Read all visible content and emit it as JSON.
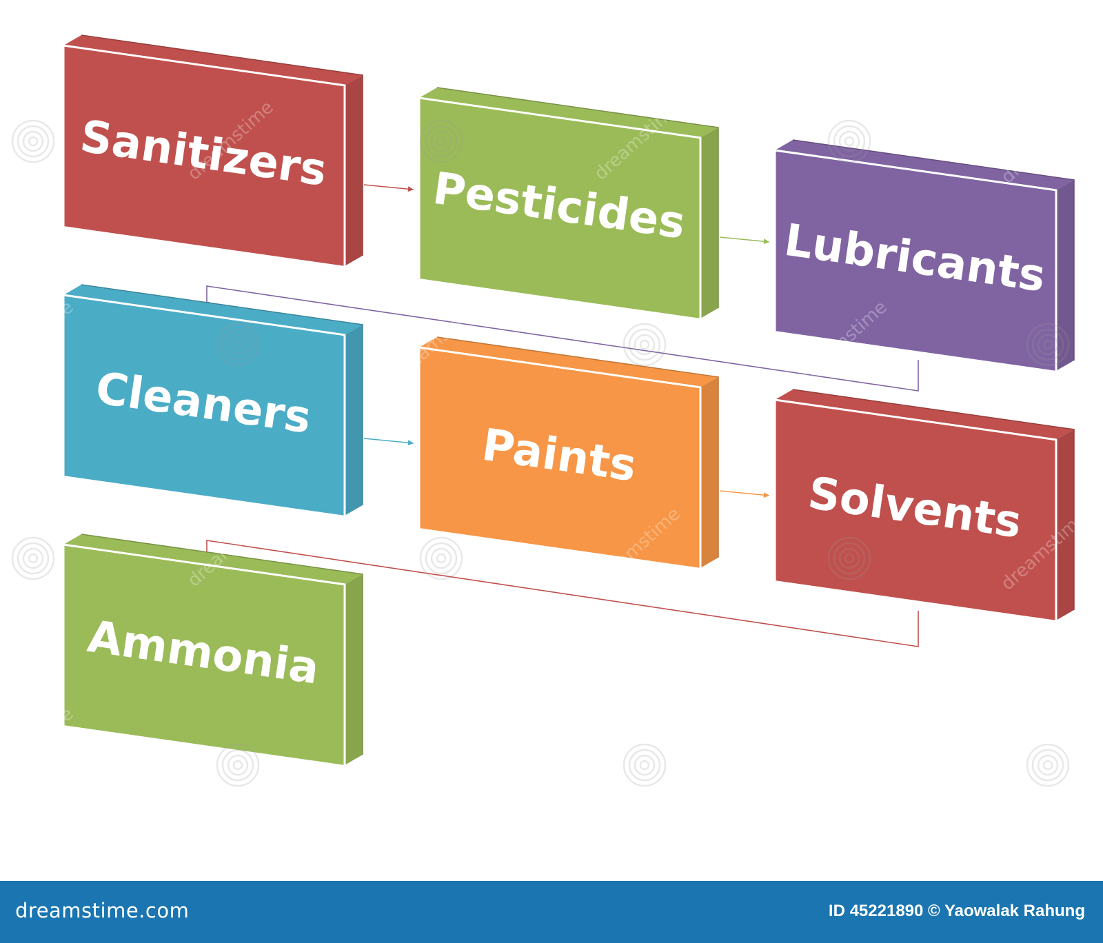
{
  "diagram": {
    "boxes": [
      {
        "id": "sanitizers",
        "label": "Sanitizers",
        "color": "#c0504d"
      },
      {
        "id": "pesticides",
        "label": "Pesticides",
        "color": "#9bbb59"
      },
      {
        "id": "lubricants",
        "label": "Lubricants",
        "color": "#8064a2"
      },
      {
        "id": "cleaners",
        "label": "Cleaners",
        "color": "#4bacc6"
      },
      {
        "id": "paints",
        "label": "Paints",
        "color": "#f79646"
      },
      {
        "id": "solvents",
        "label": "Solvents",
        "color": "#c0504d"
      },
      {
        "id": "ammonia",
        "label": "Ammonia",
        "color": "#9bbb59"
      }
    ],
    "connectors": [
      {
        "from": "sanitizers",
        "to": "pesticides",
        "color": "#c0504d"
      },
      {
        "from": "pesticides",
        "to": "lubricants",
        "color": "#9bbb59"
      },
      {
        "from": "lubricants",
        "to": "cleaners",
        "color": "#8064a2"
      },
      {
        "from": "cleaners",
        "to": "paints",
        "color": "#4bacc6"
      },
      {
        "from": "paints",
        "to": "solvents",
        "color": "#f79646"
      },
      {
        "from": "solvents",
        "to": "ammonia",
        "color": "#c0504d"
      }
    ]
  },
  "watermark": {
    "text": "dreamstime"
  },
  "footer": {
    "site": "dreamstime.com",
    "credit": "ID 45221890 © Yaowalak Rahung",
    "background": "#1a75b1"
  }
}
